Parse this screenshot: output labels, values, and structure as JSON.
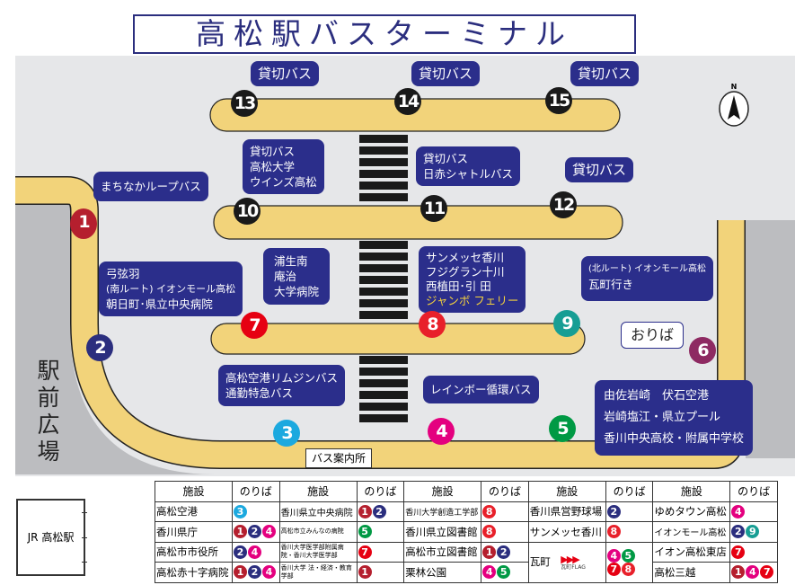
{
  "title": "高松駅バスターミナル",
  "stop_colors": {
    "1": "#b51f2e",
    "2": "#2b2e7e",
    "3": "#1ca9df",
    "4": "#e4007f",
    "5": "#009944",
    "6": "#8e2a62",
    "7": "#e60012",
    "8": "#e8202a",
    "9": "#179e94",
    "10": "#1a1a1a",
    "11": "#1a1a1a",
    "12": "#1a1a1a",
    "13": "#1a1a1a",
    "14": "#1a1a1a",
    "15": "#1a1a1a"
  },
  "callouts": {
    "s13": "貸切バス",
    "s14": "貸切バス",
    "s15": "貸切バス",
    "s10": [
      "貸切バス",
      "高松大学",
      "ウインズ高松"
    ],
    "s11": [
      "貸切バス",
      "日赤シャトルバス"
    ],
    "s12": "貸切バス",
    "s1": "まちなかループバス",
    "s2": [
      "弓弦羽",
      "(南ルート) イオンモール高松",
      "朝日町･県立中央病院"
    ],
    "s7": [
      "浦生南",
      "庵治",
      "大学病院"
    ],
    "s8": [
      "サンメッセ香川",
      "フジグラン十川",
      "西植田･引 田",
      "ジャンボ フェリー"
    ],
    "s9": [
      "(北ルート) イオンモール高松",
      "瓦町行き"
    ],
    "s3": [
      "高松空港リムジンバス",
      "通勤特急バス"
    ],
    "s4": "レインボー循環バス",
    "s5": [
      "由佐岩崎　伏石空港",
      "岩崎塩江・県立プール",
      "香川中央高校・附属中学校"
    ]
  },
  "labels": {
    "oriba": "おりば",
    "annai": "バス案内所",
    "ekimae": "駅前広場",
    "jr": "JR 高松駅",
    "north": "N"
  },
  "table": {
    "header_facility": "施設",
    "header_stop": "のりば",
    "groups": [
      [
        {
          "f": "高松空港",
          "s": [
            3
          ]
        },
        {
          "f": "香川県庁",
          "s": [
            1,
            2,
            4
          ]
        },
        {
          "f": "高松市市役所",
          "s": [
            2,
            4
          ]
        },
        {
          "f": "高松赤十字病院",
          "s": [
            1,
            2,
            4
          ]
        }
      ],
      [
        {
          "f": "香川県立中央病院",
          "s": [
            1,
            2
          ]
        },
        {
          "f": "高松市立みんなの病院",
          "s": [
            5
          ]
        },
        {
          "f": "香川大学医学部附属病院・香川大学医学部",
          "s": [
            7
          ]
        },
        {
          "f": "香川大学 法・経済・教育学部",
          "s": [
            1
          ]
        }
      ],
      [
        {
          "f": "香川大学創造工学部",
          "s": [
            8
          ]
        },
        {
          "f": "香川県立図書館",
          "s": [
            8
          ]
        },
        {
          "f": "高松市立図書館",
          "s": [
            1,
            2
          ]
        },
        {
          "f": "栗林公園",
          "s": [
            4,
            5
          ]
        }
      ],
      [
        {
          "f": "香川県営野球場",
          "s": [
            2
          ]
        },
        {
          "f": "サンメッセ香川",
          "s": [
            8
          ]
        },
        {
          "f": "瓦町",
          "s": [
            4,
            5,
            7,
            8
          ],
          "flag": "瓦町FLAG"
        }
      ],
      [
        {
          "f": "ゆめタウン高松",
          "s": [
            4
          ]
        },
        {
          "f": "イオンモール高松",
          "s": [
            2,
            9
          ]
        },
        {
          "f": "イオン高松東店",
          "s": [
            7
          ]
        },
        {
          "f": "高松三越",
          "s": [
            1,
            4,
            7
          ]
        }
      ]
    ]
  }
}
